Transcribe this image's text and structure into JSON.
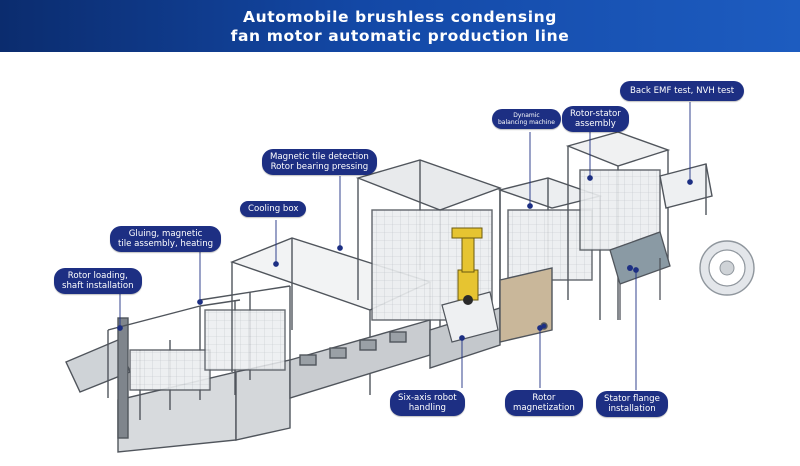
{
  "header": {
    "title_line1": "Automobile brushless condensing",
    "title_line2": "fan motor automatic production line",
    "background_color": "#1348a6",
    "text_color": "#ffffff"
  },
  "label_style": {
    "background_color": "#1d2f83",
    "text_color": "#ffffff",
    "dot_color": "#1d2f83"
  },
  "callouts": {
    "rotor_loading": {
      "line1": "Rotor loading,",
      "line2": "shaft installation"
    },
    "gluing": {
      "line1": "Gluing, magnetic",
      "line2": "tile assembly, heating"
    },
    "cooling_box": {
      "line1": "Cooling box"
    },
    "magnetic_tile": {
      "line1": "Magnetic tile detection",
      "line2": "Rotor bearing pressing"
    },
    "dynamic_balancing": {
      "line1": "Dynamic",
      "line2": "balancing machine"
    },
    "rotor_stator": {
      "line1": "Rotor-stator",
      "line2": "assembly"
    },
    "back_emf": {
      "line1": "Back EMF test, NVH test"
    },
    "six_axis": {
      "line1": "Six-axis robot",
      "line2": "handling"
    },
    "rotor_magnetization": {
      "line1": "Rotor",
      "line2": "magnetization"
    },
    "stator_flange": {
      "line1": "Stator flange",
      "line2": "installation"
    }
  }
}
